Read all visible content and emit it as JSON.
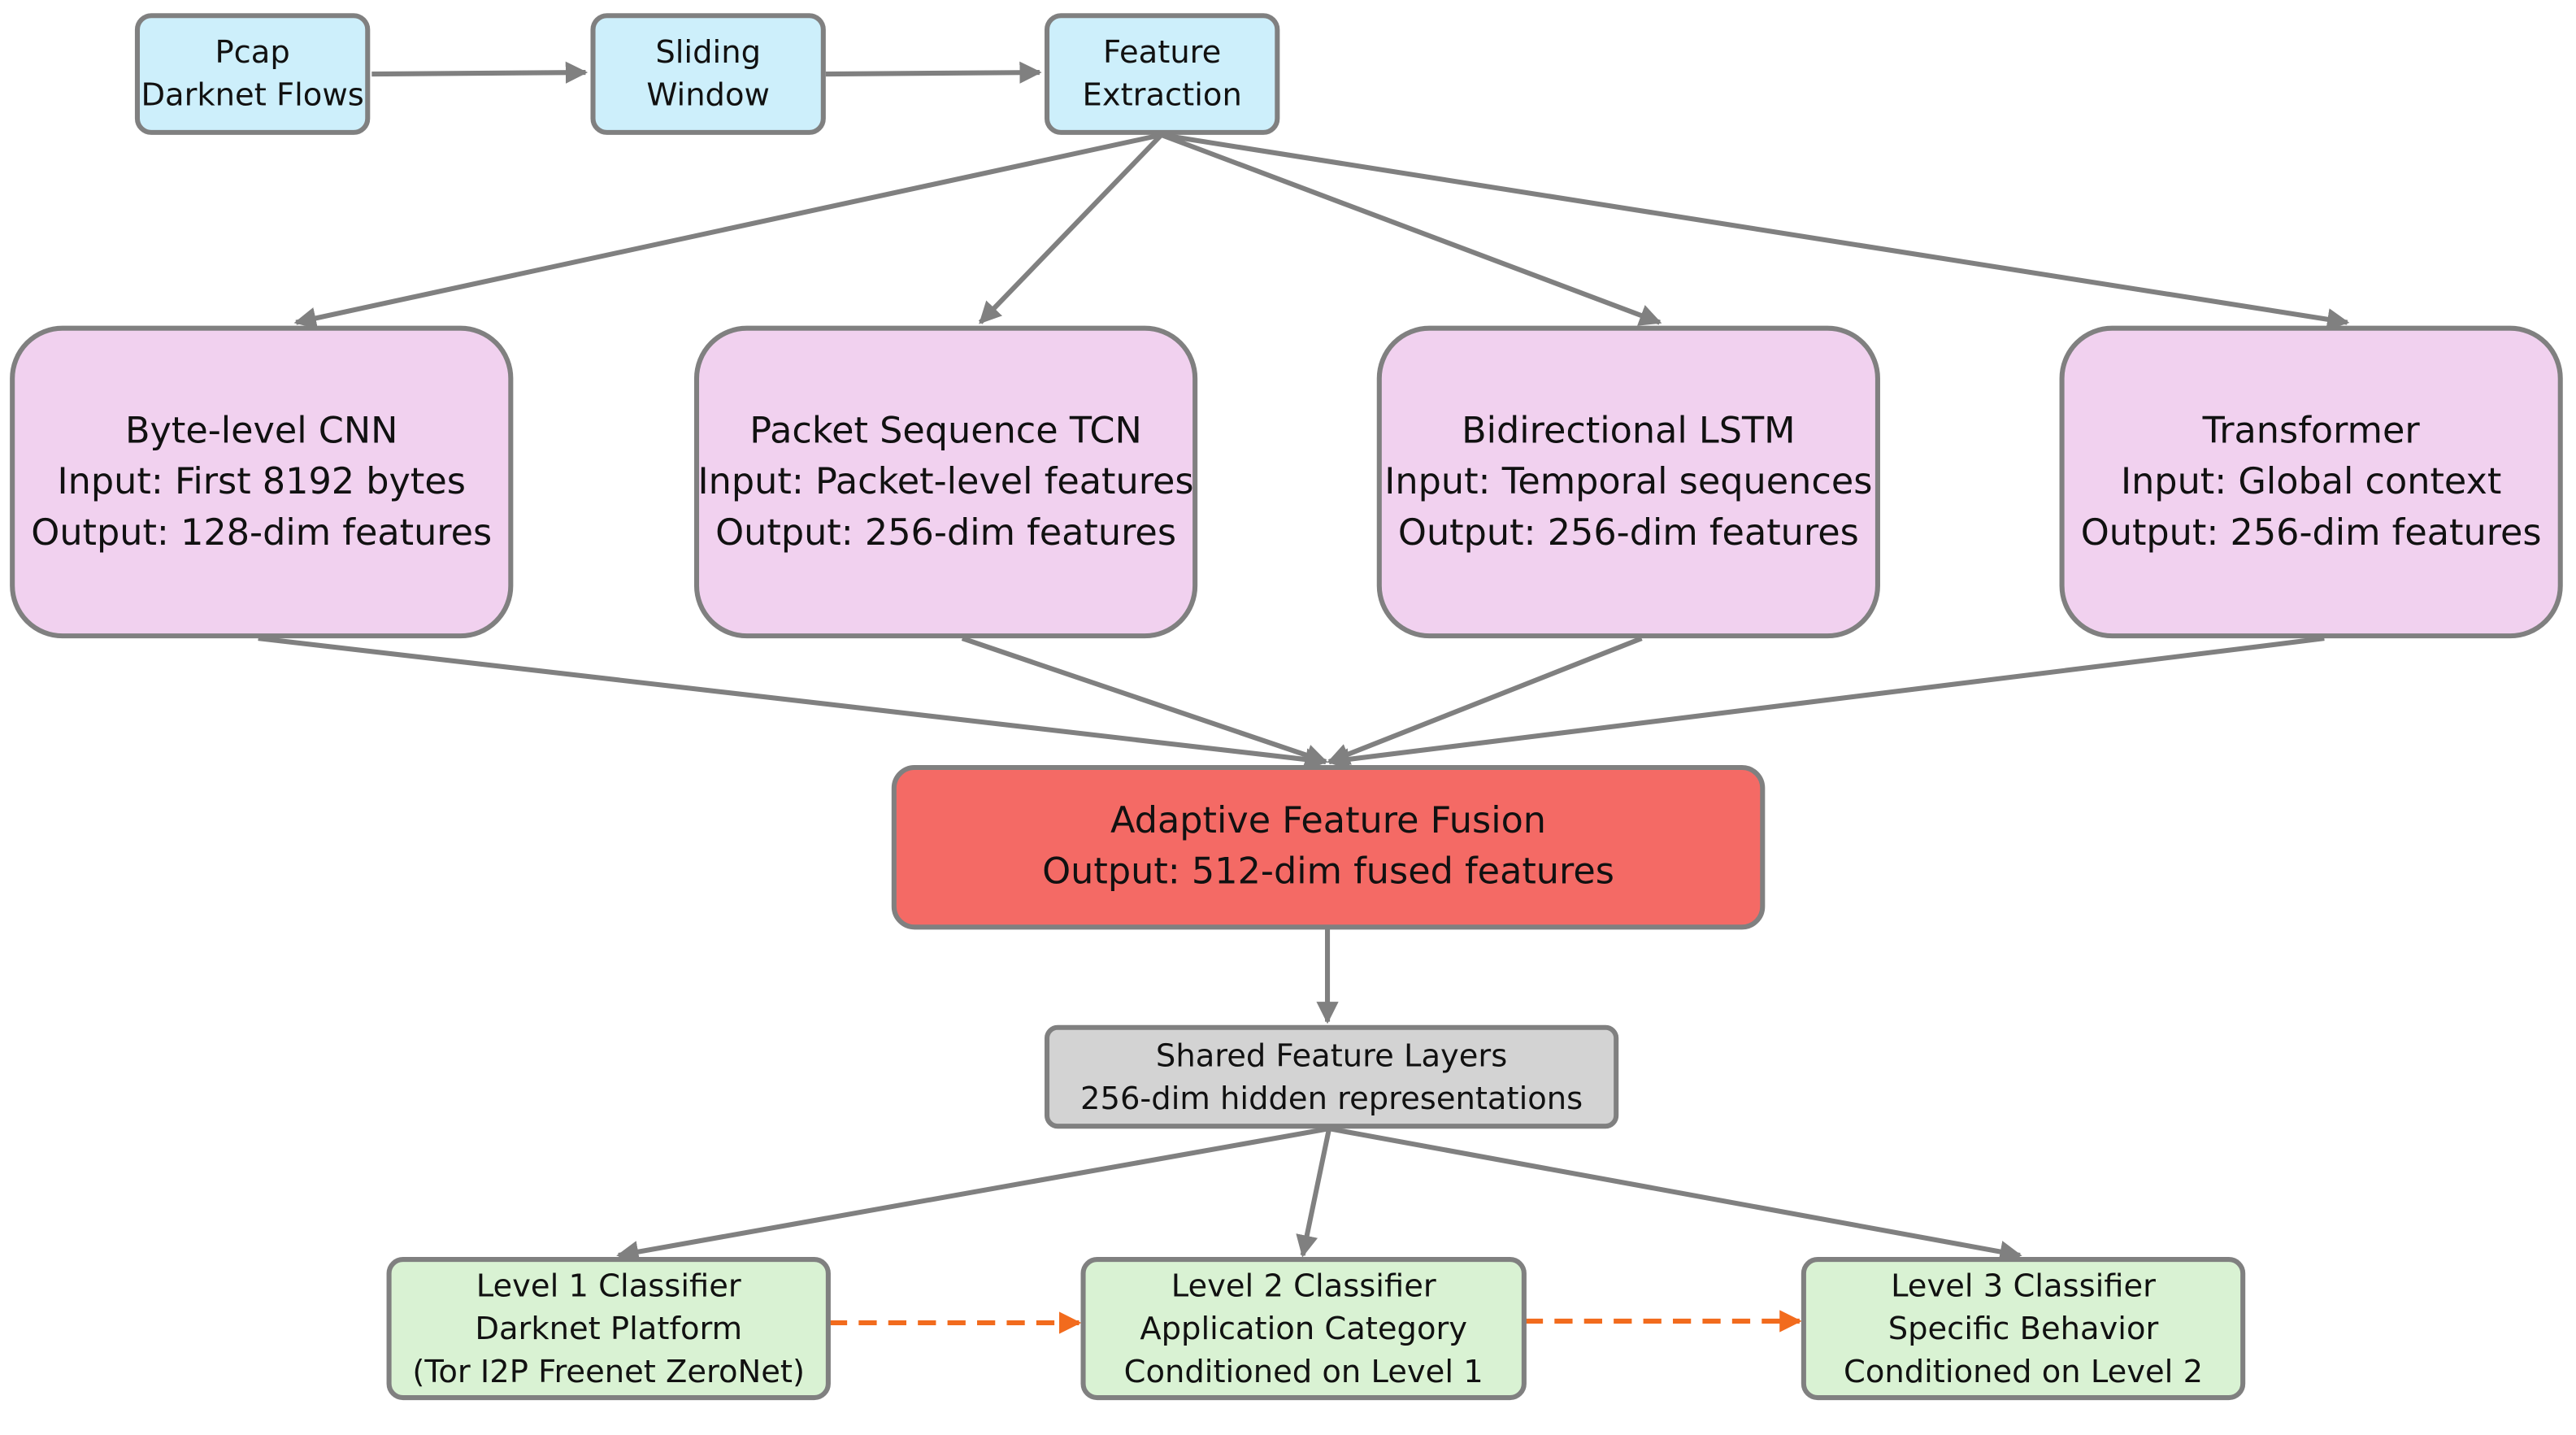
{
  "colors": {
    "input_fill": "#cdeffb",
    "model_fill": "#f1d1ef",
    "fusion_fill": "#f46a65",
    "shared_fill": "#d3d3d3",
    "classifier_fill": "#d9f2d3",
    "box_border": "#808080",
    "arrow": "#808080",
    "conditional_arrow": "#f26b1d"
  },
  "pipeline": [
    {
      "lines": [
        "Pcap",
        "(Darknet Flows)"
      ]
    },
    {
      "lines": [
        "Sliding",
        "Window"
      ]
    },
    {
      "lines": [
        "Feature",
        "Extraction"
      ]
    }
  ],
  "models": [
    {
      "lines": [
        "Byte-level CNN",
        "Input: First 8192 bytes",
        "Output: 128-dim features"
      ]
    },
    {
      "lines": [
        "Packet Sequence TCN",
        "Input: Packet-level features",
        "Output: 256-dim features"
      ]
    },
    {
      "lines": [
        "Bidirectional LSTM",
        "Input: Temporal sequences",
        "Output: 256-dim features"
      ]
    },
    {
      "lines": [
        "Transformer",
        "Input: Global context",
        "Output: 256-dim features"
      ]
    }
  ],
  "fusion": {
    "lines": [
      "Adaptive Feature Fusion",
      "Output: 512-dim fused features"
    ]
  },
  "shared": {
    "lines": [
      "Shared Feature Layers",
      "256-dim hidden representations"
    ]
  },
  "classifiers": [
    {
      "lines": [
        "Level 1 Classifier",
        "Darknet Platform",
        "(Tor I2P Freenet ZeroNet)"
      ]
    },
    {
      "lines": [
        "Level 2 Classifier",
        "Application Category",
        "Conditioned on Level 1"
      ]
    },
    {
      "lines": [
        "Level 3 Classifier",
        "Specific Behavior",
        "Conditioned on Level 2"
      ]
    }
  ]
}
